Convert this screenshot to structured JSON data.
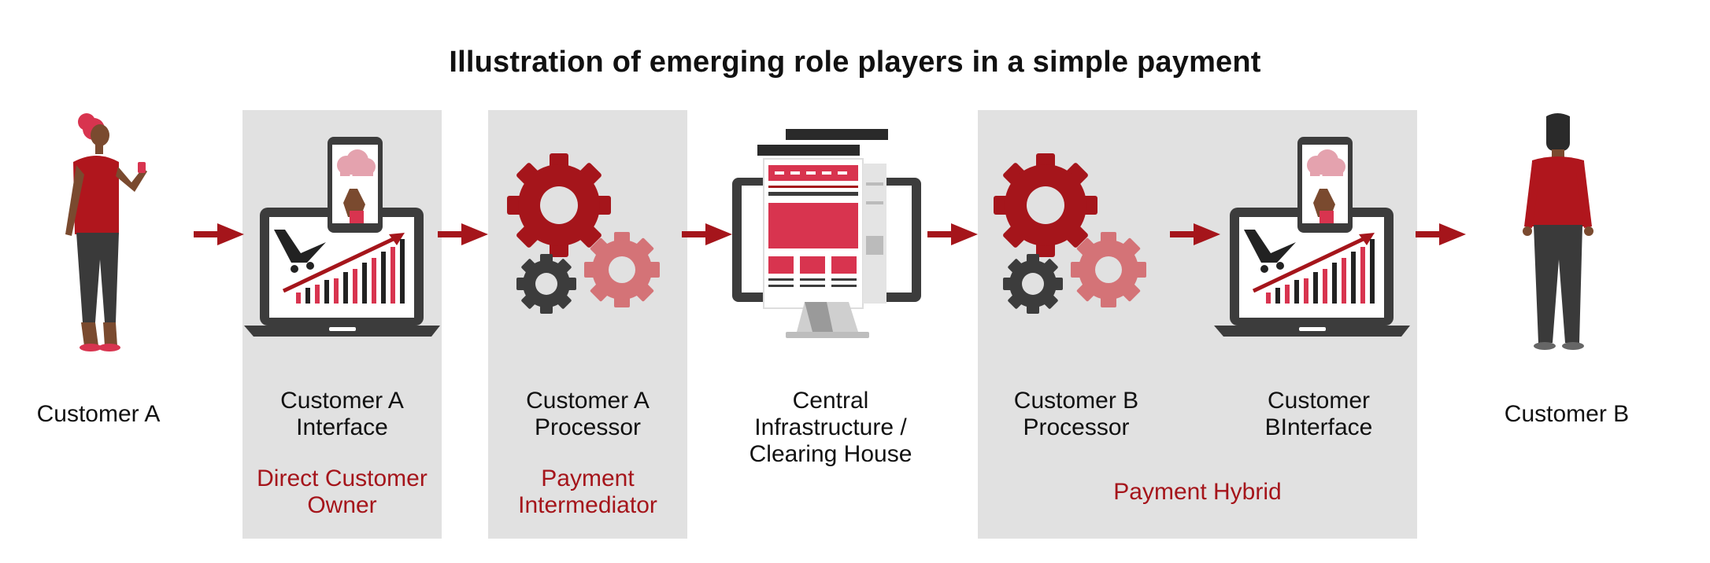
{
  "title": "Illustration of emerging role players in a simple payment",
  "nodes": [
    {
      "id": "customer-a",
      "label": "Customer A"
    },
    {
      "id": "customer-a-interface",
      "label": "Customer A\nInterface"
    },
    {
      "id": "customer-a-processor",
      "label": "Customer A\nProcessor"
    },
    {
      "id": "central-infrastructure",
      "label": "Central\nInfrastructure /\nClearing House"
    },
    {
      "id": "customer-b-processor",
      "label": "Customer B\nProcessor"
    },
    {
      "id": "customer-b-interface",
      "label": "Customer\nBInterface"
    },
    {
      "id": "customer-b",
      "label": "Customer B"
    }
  ],
  "roles": {
    "direct_customer_owner": "Direct Customer\nOwner",
    "payment_intermediator": "Payment\nIntermediator",
    "payment_hybrid": "Payment Hybrid"
  },
  "colors": {
    "brand_red": "#a5151b",
    "bright_red": "#d8344f",
    "panel_gray": "#e1e1e1",
    "dark_gray": "#3c3c3c"
  }
}
